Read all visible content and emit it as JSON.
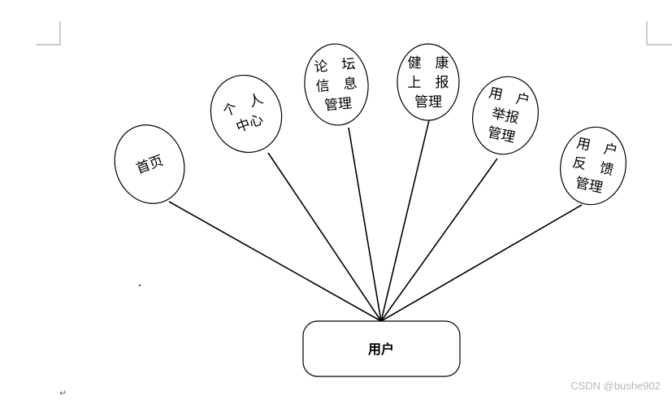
{
  "diagram": {
    "center": {
      "label": "用户"
    },
    "nodes": [
      {
        "id": "home",
        "lines": [
          "首页"
        ]
      },
      {
        "id": "personal",
        "lines": [
          "个　人",
          "中心"
        ]
      },
      {
        "id": "forum",
        "lines": [
          "论　坛",
          "信　息",
          "管理"
        ]
      },
      {
        "id": "health",
        "lines": [
          "健　康",
          "上　报",
          "管理"
        ]
      },
      {
        "id": "report",
        "lines": [
          "用　户",
          "举报",
          "管理"
        ]
      },
      {
        "id": "feedback",
        "lines": [
          "用　户",
          "反　馈",
          "管理"
        ]
      }
    ]
  },
  "watermark": "CSDN @bushe902",
  "paragraph_mark": "↵",
  "colors": {
    "stroke": "#000000",
    "watermark": "#b8b8b8",
    "corner": "#999999"
  }
}
